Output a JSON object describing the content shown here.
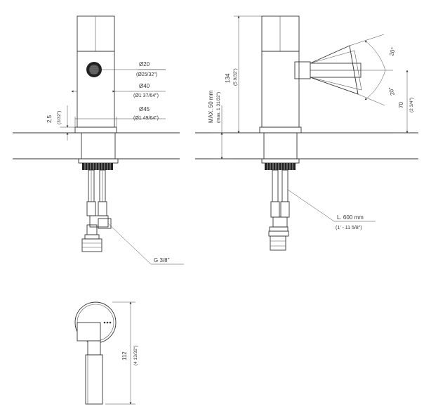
{
  "front_view": {
    "d20": "Ø20",
    "d20_in": "(Ø25/32\")",
    "d40": "Ø40",
    "d40_in": "(Ø1 37/64\")",
    "d45": "Ø45",
    "d45_in": "(Ø1 49/64\")",
    "h25": "2,5",
    "h25_in": "(3/32\")",
    "thread": "G 3/8\""
  },
  "side_view": {
    "max_thick": "MAX. 50 mm",
    "max_thick_in": "(max. 1 31/32\")",
    "h134": "134",
    "h134_in": "(5 9/32\")",
    "angle_top": "20°",
    "angle_bottom": "20°",
    "h70": "70",
    "h70_in": "(2 3/4\")",
    "hose_len": "L. 600 mm",
    "hose_len_in": "(1' - 11 5/8\")"
  },
  "top_view": {
    "l112": "112",
    "l112_in": "(4 13/32\")"
  }
}
